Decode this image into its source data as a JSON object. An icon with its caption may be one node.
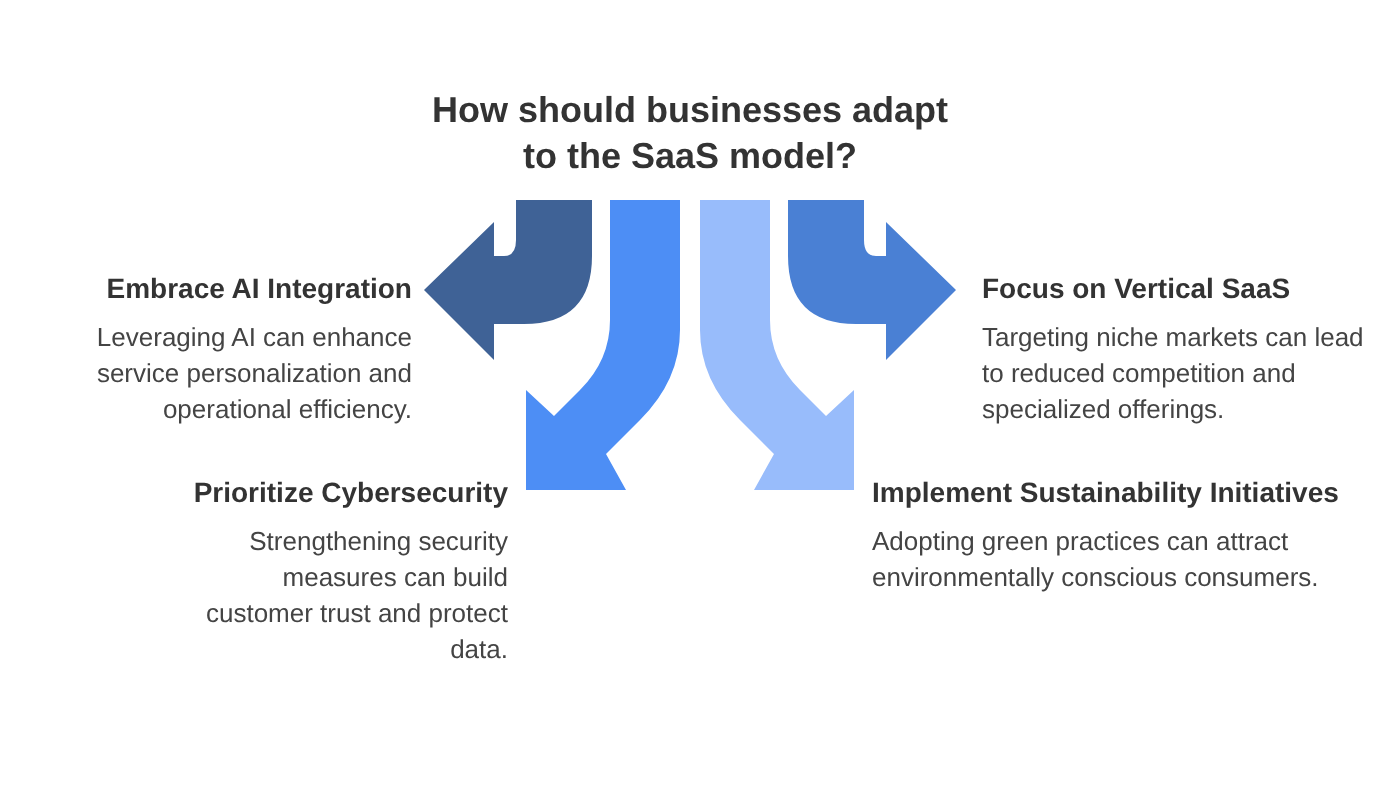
{
  "diagram": {
    "title": "How should businesses adapt to the SaaS model?",
    "nodes": [
      {
        "text": [
          "Embrace AI Integration",
          "Leveraging AI can enhance service personalization and operational efficiency."
        ]
      },
      {
        "text": [
          "Focus on Vertical SaaS",
          "Targeting niche markets can lead to reduced competition and specialized offerings."
        ]
      },
      {
        "text": [
          "Prioritize Cybersecurity",
          "Strengthening security measures can build customer trust and protect data."
        ]
      },
      {
        "text": [
          "Implement Sustainability Initiatives",
          "Adopting green practices can attract environmentally conscious consumers."
        ]
      }
    ],
    "edges": [
      {
        "from": null,
        "to": 0,
        "arrow": "to",
        "style": "thick",
        "color": "#3f6296"
      },
      {
        "from": null,
        "to": 2,
        "arrow": "to",
        "style": "thick",
        "color": "#4d8ef5"
      },
      {
        "from": null,
        "to": 3,
        "arrow": "to",
        "style": "thick",
        "color": "#98bcfb"
      },
      {
        "from": null,
        "to": 1,
        "arrow": "to",
        "style": "thick",
        "color": "#4a80d4"
      }
    ]
  }
}
